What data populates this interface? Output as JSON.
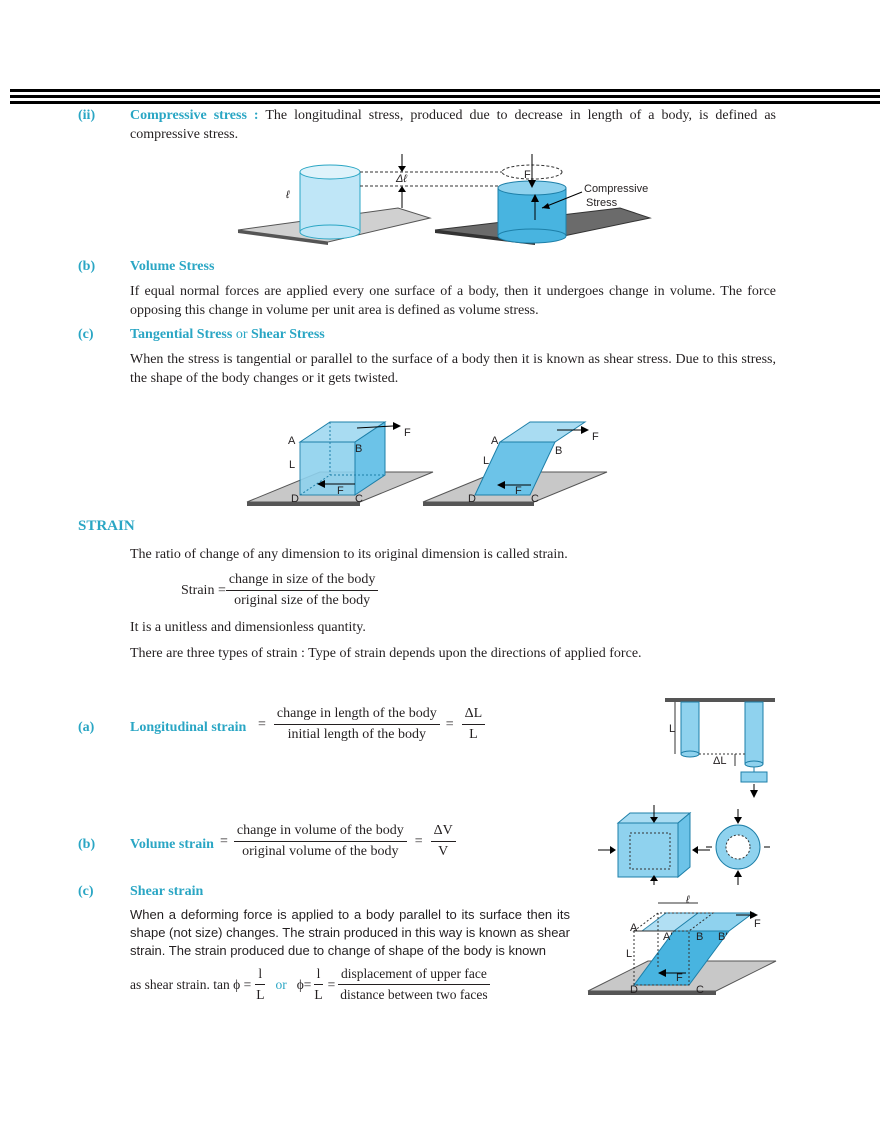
{
  "compressive": {
    "num": "(ii)",
    "title": "Compressive stress :",
    "text": "The longitudinal stress, produced due to decrease in length of a body, is defined as compressive stress.",
    "fig": {
      "l": "ℓ",
      "dl": "Δℓ",
      "f": "F",
      "cs1": "Compressive",
      "cs2": "Stress"
    }
  },
  "volume_stress": {
    "num": "(b)",
    "title": "Volume Stress",
    "text": "If equal normal forces are applied every one surface of a body, then it undergoes change in volume. The force opposing this change in volume per unit area is defined as volume stress."
  },
  "shear_stress": {
    "num": "(c)",
    "title_a": "Tangential Stress",
    "or": "or",
    "title_b": "Shear Stress",
    "text": "When the stress is tangential or parallel to the surface of a body then it is known as shear stress.  Due to this stress, the shape of the body changes or it gets twisted.",
    "fig": {
      "a": "A",
      "b": "B",
      "c": "C",
      "d": "D",
      "l": "L",
      "f": "F"
    }
  },
  "strain": {
    "heading": "STRAIN",
    "def": "The ratio of change of any dimension to its original dimension is called strain.",
    "eq_lhs": "Strain =",
    "eq_num": "change in size of the body",
    "eq_den": "original size of the body",
    "unitless": "It is a unitless and dimensionless quantity.",
    "types": "There are three types of strain :  Type of strain depends upon the directions of applied force."
  },
  "longitudinal": {
    "num": "(a)",
    "title": "Longitudinal strain",
    "eq1": "=",
    "num1": "change in length of the body",
    "den1": "initial length of the body",
    "eq2": "=",
    "num2": "ΔL",
    "den2": "L",
    "fig": {
      "l": "L",
      "dl": "ΔL"
    }
  },
  "volume_strain": {
    "num": "(b)",
    "title": "Volume strain",
    "eq1": "=",
    "num1": "change in volume of the body",
    "den1": "original volume of the body",
    "eq2": "=",
    "num2": "ΔV",
    "den2": "V"
  },
  "shear_strain": {
    "num": "(c)",
    "title": "Shear strain",
    "text": "When a deforming force is applied to a body parallel to its surface  then its shape (not size) changes. The strain produced in this way is known as shear strain. The strain produced due to change of shape of the body is known",
    "as_text": "as shear strain. tan ϕ =",
    "frac1_num": "l",
    "frac1_den": "L",
    "or": "or",
    "phi_eq": "ϕ=",
    "frac2_num": "l",
    "frac2_den": "L",
    "eq": "=",
    "frac3_num": "displacement of upper face",
    "frac3_den": "distance between two faces",
    "fig": {
      "a": "A",
      "a2": "A'",
      "b": "B",
      "b2": "B'",
      "c": "C",
      "d": "D",
      "l": "L",
      "lsmall": "ℓ",
      "f": "F"
    }
  },
  "colors": {
    "accent": "#2aa6c4",
    "body_fill": "#8fd2ee",
    "plate": "#bfbfbf"
  }
}
